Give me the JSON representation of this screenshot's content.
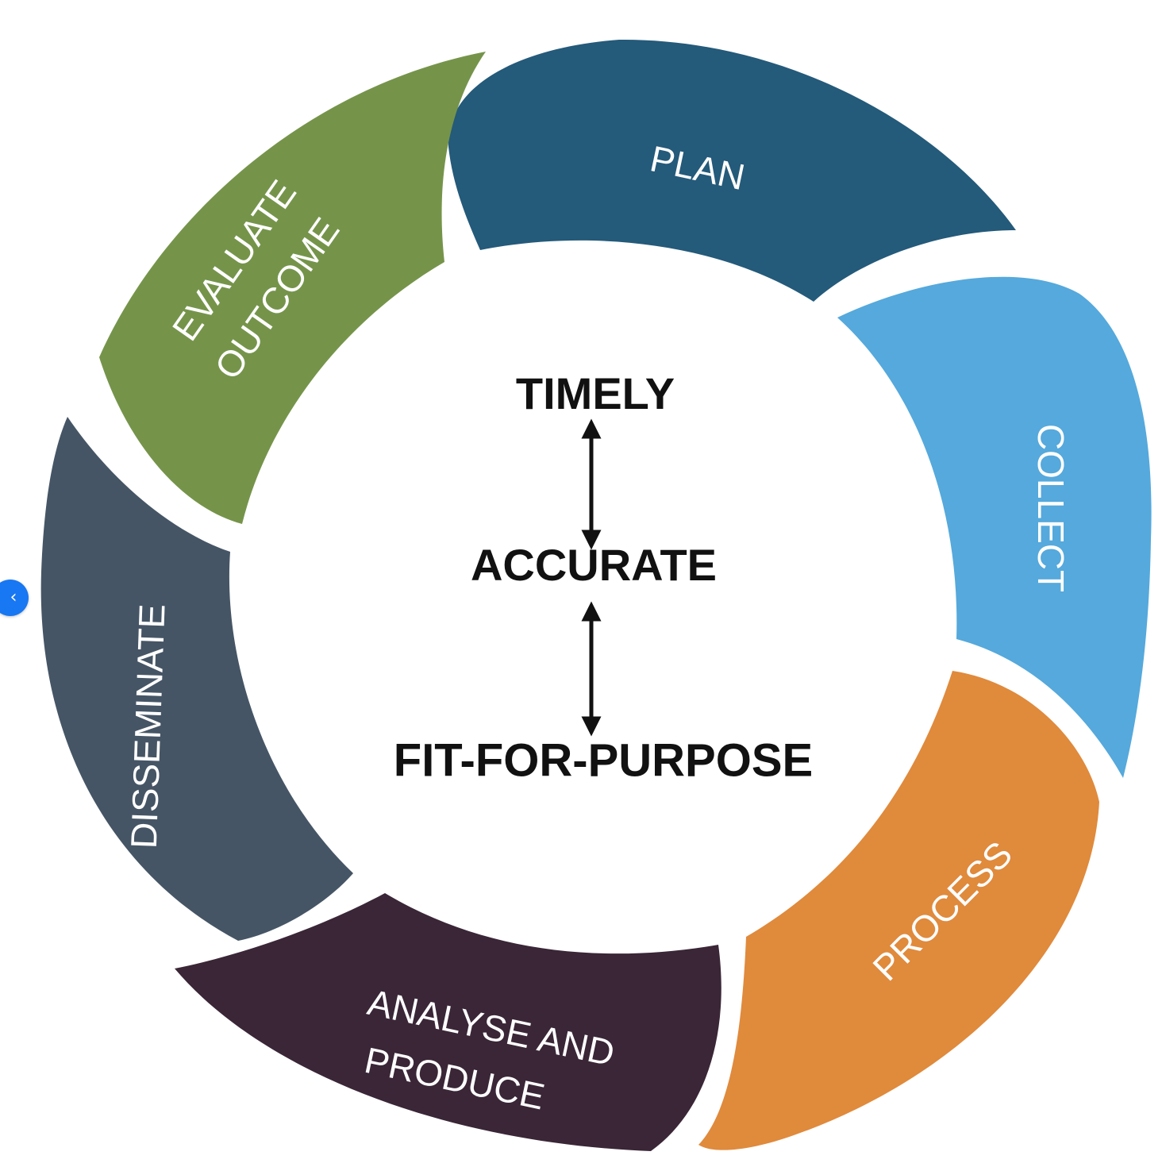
{
  "colors": {
    "plan": "#245a7a",
    "collect": "#55a9dc",
    "process": "#e08a3c",
    "analyse": "#3a2637",
    "disseminate": "#455565",
    "evaluate": "#75944a",
    "accent": "#1877f2"
  },
  "stages": {
    "plan": {
      "label": "PLAN"
    },
    "collect": {
      "label": "COLLECT"
    },
    "process": {
      "label": "PROCESS"
    },
    "analyse": {
      "line1": "ANALYSE AND",
      "line2": "PRODUCE"
    },
    "disseminate": {
      "label": "DISSEMINATE"
    },
    "evaluate": {
      "line1": "EVALUATE",
      "line2": "OUTCOME"
    }
  },
  "center": {
    "top": "TIMELY",
    "middle": "ACCURATE",
    "bottom": "FIT-FOR-PURPOSE"
  },
  "controls": {
    "collapse_icon": "chevron-left-icon",
    "collapse_glyph": "‹"
  }
}
